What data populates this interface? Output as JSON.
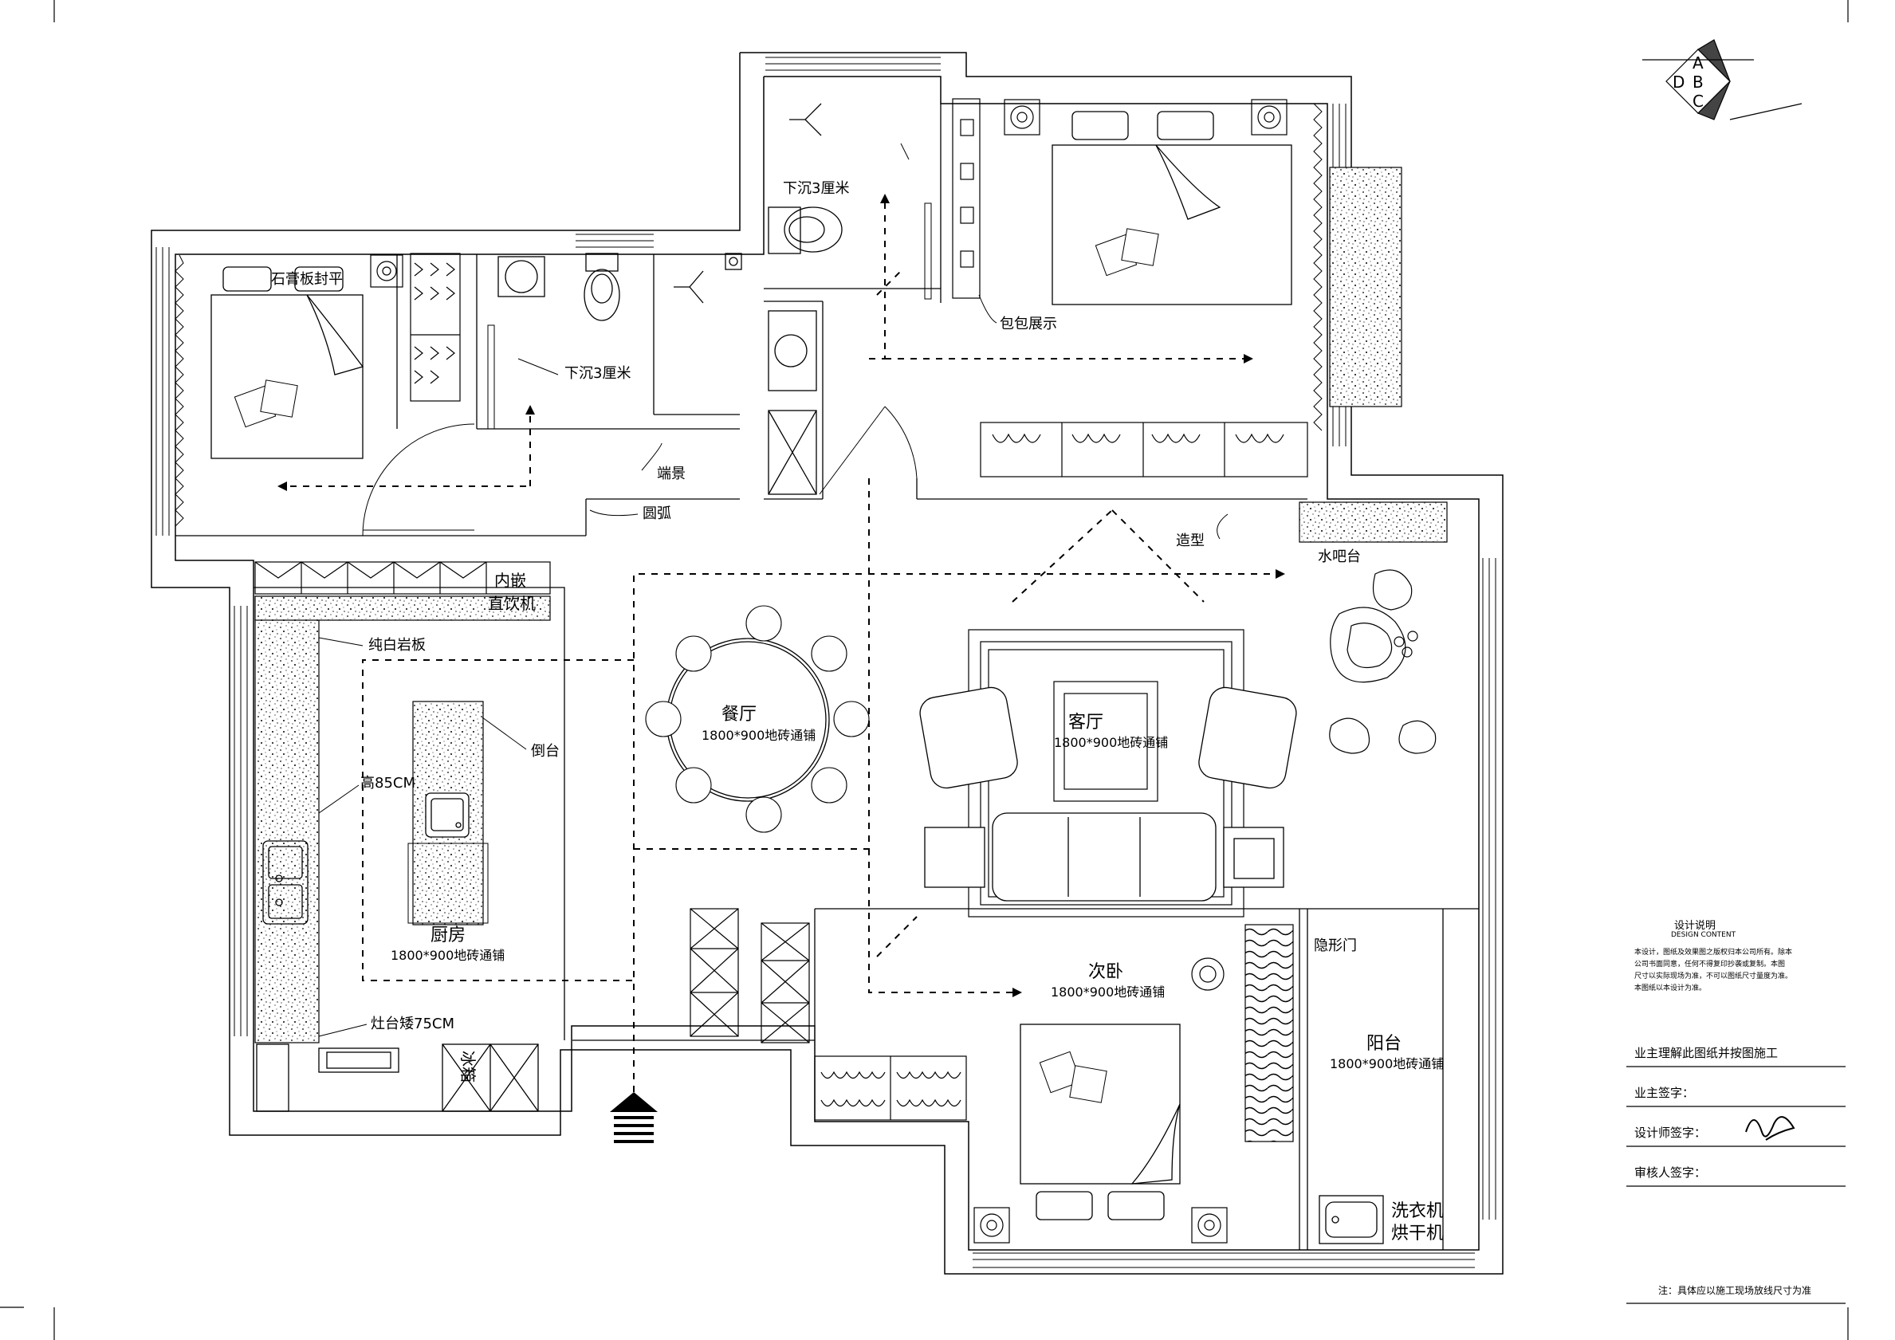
{
  "logo": {
    "letters": [
      "A",
      "D",
      "B",
      "C"
    ]
  },
  "rooms": {
    "bedroom_left_label": "石膏板封平",
    "bath_left_label": "下沉3厘米",
    "bath_top_label": "下沉3厘米",
    "bag_display": "包包展示",
    "entry_feature": "端景",
    "arc": "圆弧",
    "feature_wall": "造型",
    "water_bar": "水吧台",
    "built_in": "内嵌",
    "water_dispenser": "直饮机",
    "rock_slab": "纯白岩板",
    "island": "倒台",
    "height": "高85CM",
    "stove_height": "灶台矮75CM",
    "kitchen": "厨房",
    "kitchen_tile": "1800*900地砖通铺",
    "fridge": "冰箱",
    "dining": "餐厅",
    "dining_tile": "1800*900地砖通铺",
    "living": "客厅",
    "living_tile": "1800*900地砖通铺",
    "second_bedroom": "次卧",
    "second_tile": "1800*900地砖通铺",
    "hidden_door": "隐形门",
    "balcony": "阳台",
    "balcony_tile": "1800*900地砖通铺",
    "washer": "洗衣机",
    "dryer": "烘干机"
  },
  "notes": {
    "title": "设计说明",
    "subtitle": "DESIGN CONTENT",
    "body": [
      "本设计，图纸及效果图之版权归本公司所有。除本",
      "公司书面同意，任何不得复印抄袭或复制。本图",
      "尺寸以实际现场为准，不可以图纸尺寸量度为准。",
      "本图纸以本设计为准。"
    ],
    "confirm": "业主理解此图纸并按图施工",
    "owner_sign": "业主签字：",
    "designer_sign": "设计师签字：",
    "reviewer_sign": "审核人签字：",
    "footer": "注：具体应以施工现场放线尺寸为准"
  }
}
